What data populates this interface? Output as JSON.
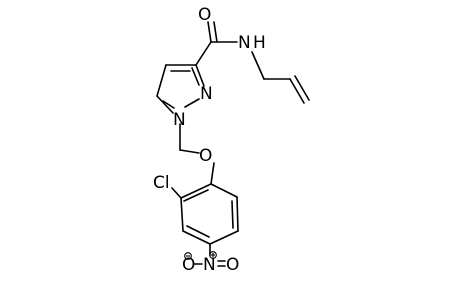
{
  "molecule": {
    "atom_labels": {
      "carbonyl_oxygen": "O",
      "amide_nitrogen": "N",
      "amide_hydrogen": "H",
      "pyrazole_n2": "N",
      "pyrazole_n1": "N",
      "ether_oxygen": "O",
      "chlorine": "Cl",
      "nitro_nitrogen": "N",
      "nitro_oxygen_neg": "O",
      "nitro_oxygen": "O"
    },
    "charges": {
      "nitro_nitrogen": "positive",
      "nitro_oxygen_neg": "negative"
    }
  }
}
